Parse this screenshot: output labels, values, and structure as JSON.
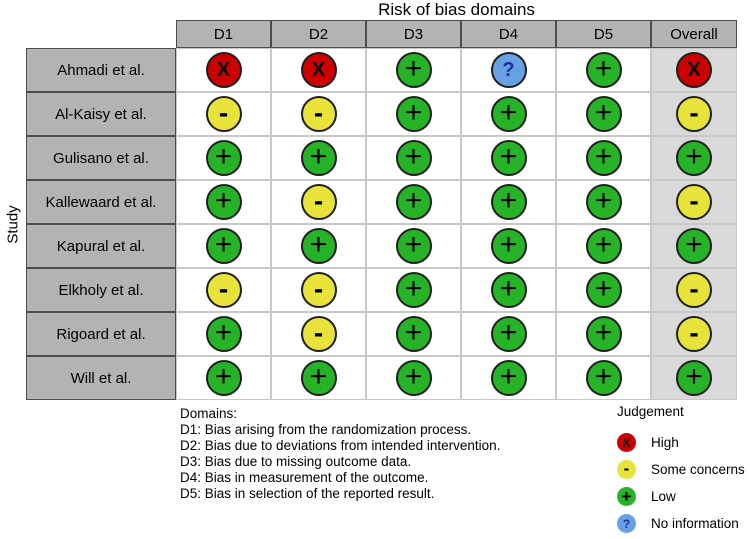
{
  "chart_data": {
    "type": "heatmap",
    "title": "Risk of bias domains",
    "ylabel": "Study",
    "x_categories": [
      "D1",
      "D2",
      "D3",
      "D4",
      "D5",
      "Overall"
    ],
    "y_categories": [
      "Ahmadi et al.",
      "Al-Kaisy et al.",
      "Gulisano et al.",
      "Kallewaard et al.",
      "Kapural et al.",
      "Elkholy et al.",
      "Rigoard et al.",
      "Will et al."
    ],
    "values": [
      [
        "high",
        "high",
        "low",
        "no_information",
        "low",
        "high"
      ],
      [
        "some_concerns",
        "some_concerns",
        "low",
        "low",
        "low",
        "some_concerns"
      ],
      [
        "low",
        "low",
        "low",
        "low",
        "low",
        "low"
      ],
      [
        "low",
        "some_concerns",
        "low",
        "low",
        "low",
        "some_concerns"
      ],
      [
        "low",
        "low",
        "low",
        "low",
        "low",
        "low"
      ],
      [
        "some_concerns",
        "some_concerns",
        "low",
        "low",
        "low",
        "some_concerns"
      ],
      [
        "low",
        "some_concerns",
        "low",
        "low",
        "low",
        "some_concerns"
      ],
      [
        "low",
        "low",
        "low",
        "low",
        "low",
        "low"
      ]
    ],
    "legend_position": "bottom-right",
    "grid": true
  },
  "symbols": {
    "high": "X",
    "some_concerns": "-",
    "low": "+",
    "no_information": "?"
  },
  "colors": {
    "high": "#cc0000",
    "some_concerns": "#e8e33a",
    "low": "#27b327",
    "no_information": "#67a1e4",
    "question_glyph": "#1c2f99",
    "header_bg": "#b3b3b3",
    "header_border": "#4d4d4d",
    "overall_bg": "#d9d9d9",
    "grid_line": "#c8c8c8",
    "circle_border": "#1f1f1f"
  },
  "domains_note": {
    "heading": "Domains:",
    "items": [
      "D1: Bias arising from the randomization process.",
      "D2: Bias due to deviations from intended intervention.",
      "D3: Bias due to missing outcome data.",
      "D4: Bias in measurement of the outcome.",
      "D5: Bias in selection of the reported result."
    ]
  },
  "legend": {
    "heading": "Judgement",
    "items": [
      {
        "key": "high",
        "label": "High"
      },
      {
        "key": "some_concerns",
        "label": "Some concerns"
      },
      {
        "key": "low",
        "label": "Low"
      },
      {
        "key": "no_information",
        "label": "No information"
      }
    ]
  }
}
